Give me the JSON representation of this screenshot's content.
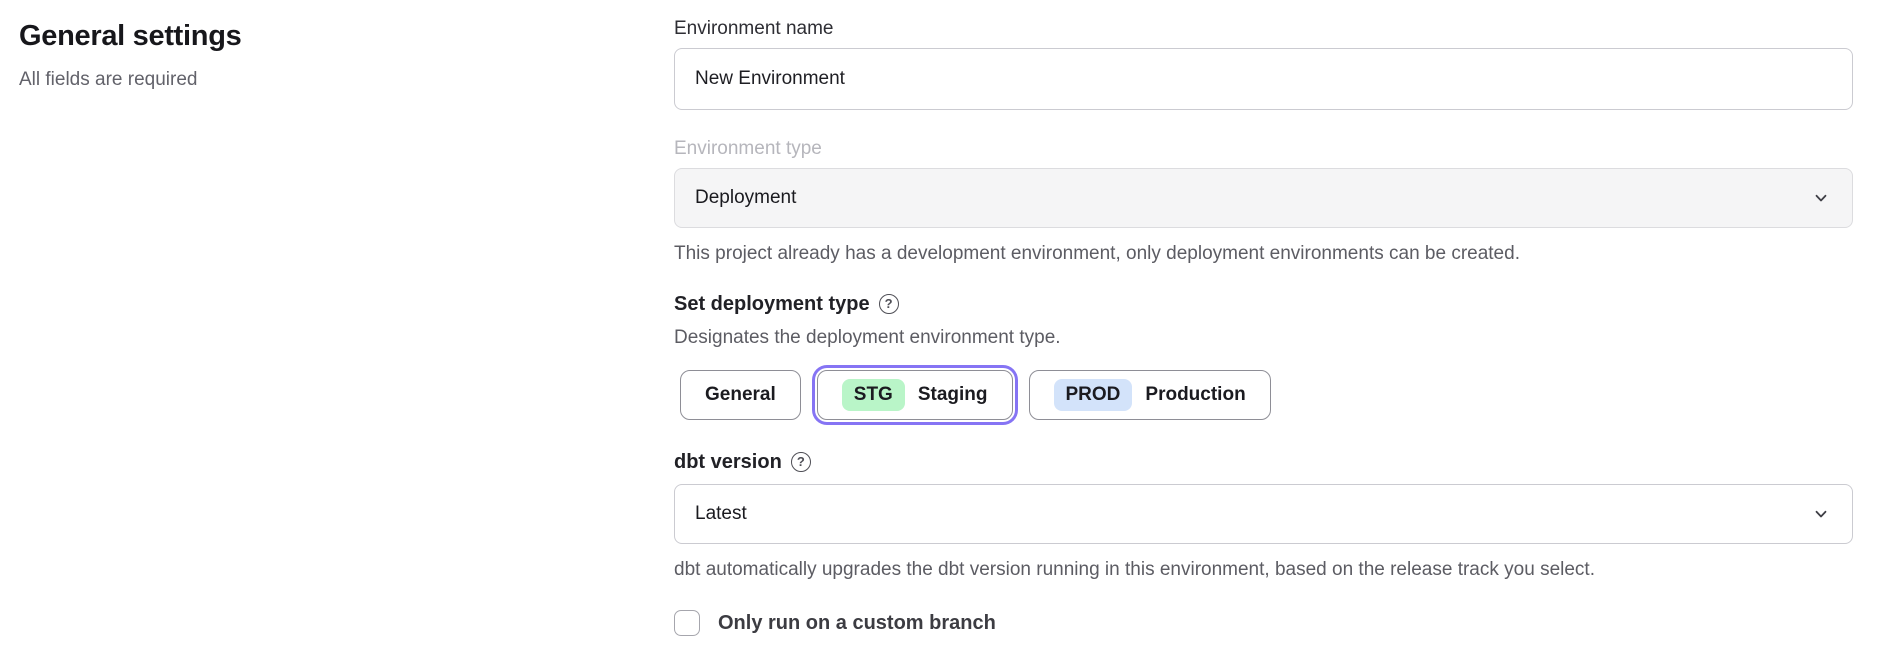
{
  "page": {
    "heading": "General settings",
    "subheading": "All fields are required"
  },
  "form": {
    "environment_name": {
      "label": "Environment name",
      "value": "New Environment"
    },
    "environment_type": {
      "label": "Environment type",
      "value": "Deployment",
      "disabled": true,
      "helper": "This project already has a development environment, only deployment environments can be created."
    },
    "deployment_type": {
      "label": "Set deployment type",
      "helper": "Designates the deployment environment type.",
      "options": [
        {
          "label": "General",
          "badge": "",
          "selected": false
        },
        {
          "label": "Staging",
          "badge": "STG",
          "selected": true
        },
        {
          "label": "Production",
          "badge": "PROD",
          "selected": false
        }
      ]
    },
    "dbt_version": {
      "label": "dbt version",
      "value": "Latest",
      "helper": "dbt automatically upgrades the dbt version running in this environment, based on the release track you select."
    },
    "custom_branch": {
      "label": "Only run on a custom branch",
      "checked": false
    }
  },
  "icons": {
    "question": "?"
  },
  "colors": {
    "ring": "#8674f4",
    "stg-bg": "#b9f5c8",
    "prod-bg": "#d3e3fa",
    "disabled-bg": "#f5f5f6"
  }
}
